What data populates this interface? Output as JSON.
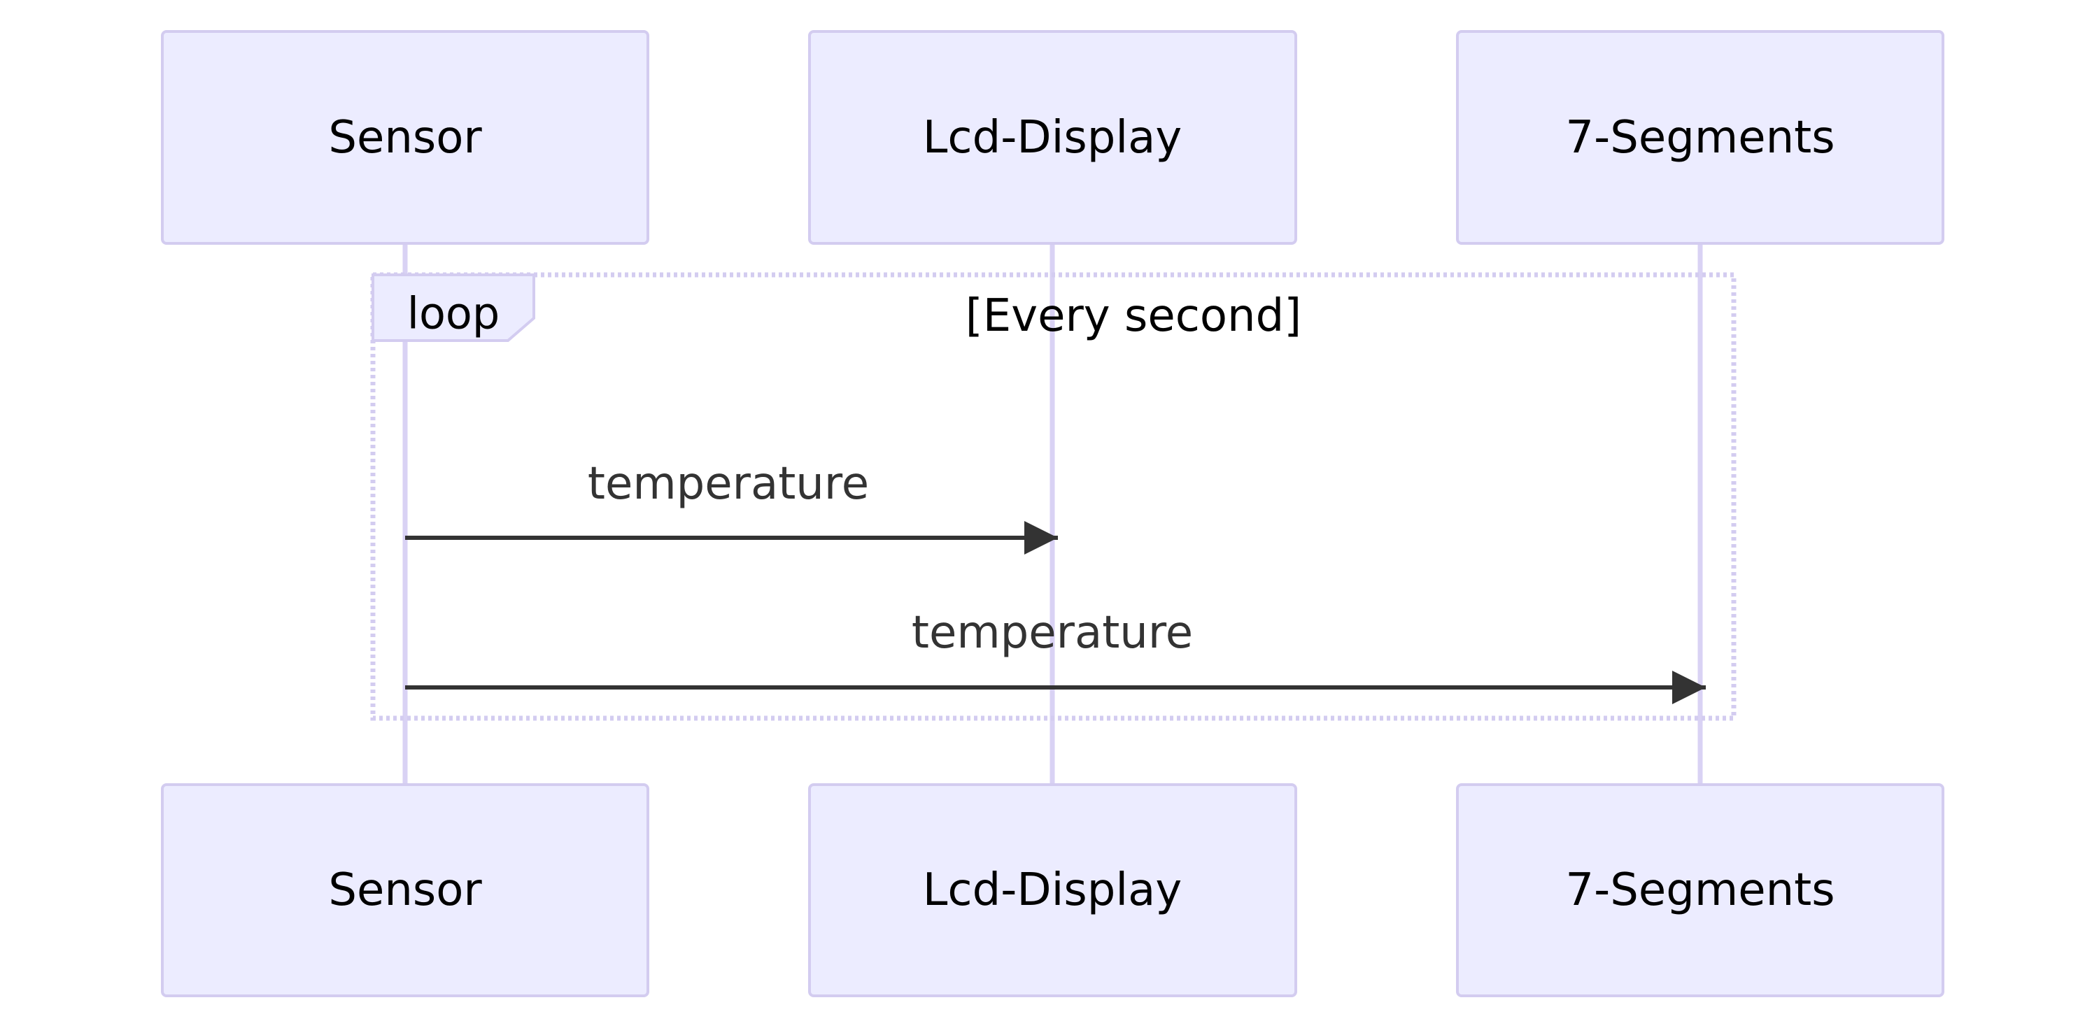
{
  "participants": [
    {
      "id": "sensor",
      "label": "Sensor"
    },
    {
      "id": "lcd",
      "label": "Lcd-Display"
    },
    {
      "id": "seg",
      "label": "7-Segments"
    }
  ],
  "loop": {
    "keyword": "loop",
    "condition": "[Every second]"
  },
  "messages": [
    {
      "from": "sensor",
      "to": "lcd",
      "label": "temperature"
    },
    {
      "from": "sensor",
      "to": "seg",
      "label": "temperature"
    }
  ],
  "colors": {
    "actor_fill": "#ECECFF",
    "actor_border": "#D3CCF0",
    "lifeline": "#D9D2F4",
    "message": "#333333"
  }
}
